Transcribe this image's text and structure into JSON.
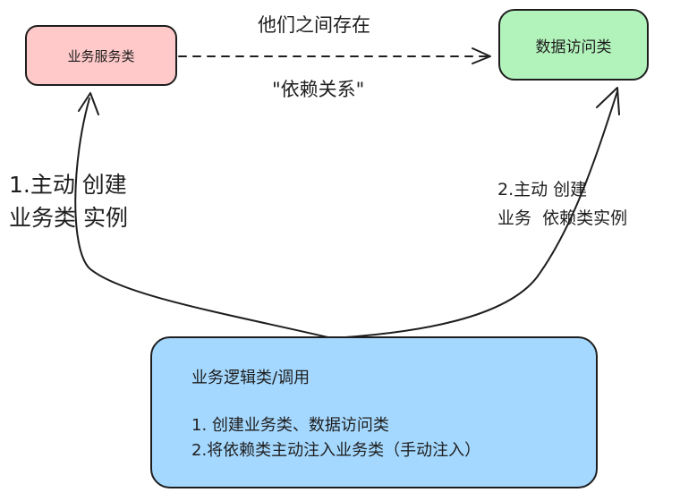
{
  "nodes": {
    "service": "业务服务类",
    "dao": "数据访问类",
    "logic": {
      "title": "业务逻辑类/调用",
      "line1": "1. 创建业务类、数据访问类",
      "line2": "2.将依赖类主动注入业务类（手动注入）"
    }
  },
  "edge_labels": {
    "top": "他们之间存在",
    "bottom": "\"依赖关系\""
  },
  "steps": {
    "left_line1": "1.主动 创建",
    "left_line2": "业务类 实例",
    "right_line1": "2.主动 创建",
    "right_line2": "业务  依赖类实例"
  },
  "colors": {
    "service_fill": "#ffc9c9",
    "dao_fill": "#b2f2bb",
    "logic_fill": "#a5d8ff",
    "stroke": "#1e1e1e"
  }
}
